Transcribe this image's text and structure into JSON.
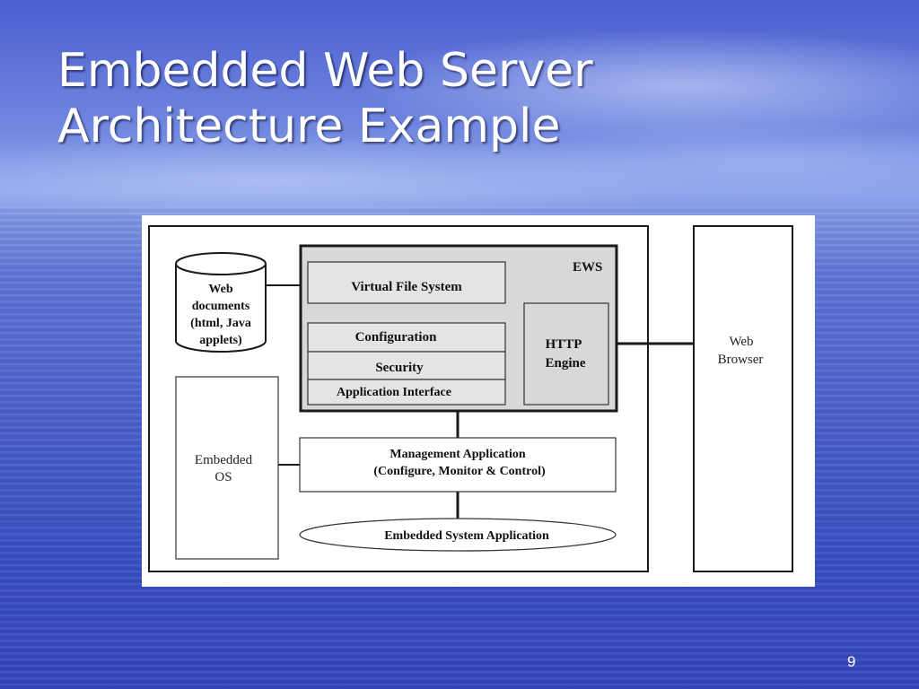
{
  "slide": {
    "title_line1": "Embedded Web Server",
    "title_line2": "Architecture Example",
    "page_number": "9"
  },
  "diagram": {
    "ews_label": "EWS",
    "virtual_file_system": "Virtual File System",
    "configuration": "Configuration",
    "security": "Security",
    "application_interface": "Application Interface",
    "http_engine_line1": "HTTP",
    "http_engine_line2": "Engine",
    "web_documents_lines": [
      "Web",
      "documents",
      "(html, Java",
      "applets)"
    ],
    "embedded_os_line1": "Embedded",
    "embedded_os_line2": "OS",
    "management_app_line1": "Management Application",
    "management_app_line2": "(Configure, Monitor & Control)",
    "embedded_system_app": "Embedded System Application",
    "web_browser_line1": "Web",
    "web_browser_line2": "Browser"
  },
  "colors": {
    "ews_fill": "#d8d8d8",
    "line": "#1a1a1a"
  }
}
